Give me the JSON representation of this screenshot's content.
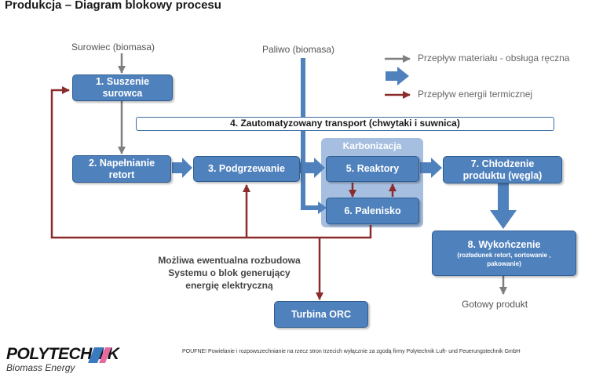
{
  "title": "Produkcja – Diagram blokowy procesu",
  "inputs": {
    "surowiec": "Surowiec (biomasa)",
    "paliwo": "Paliwo (biomasa)"
  },
  "legend": {
    "material": "Przepływ materiału - obsługa ręczna",
    "energy": "Przepływ energii termicznej"
  },
  "transport": "4. Zautomatyzowany transport (chwytaki i suwnica)",
  "karbonizacja": "Karbonizacja",
  "boxes": {
    "suszenie": [
      "1. Suszenie",
      "surowca"
    ],
    "napelnianie": [
      "2. Napełnianie",
      "retort"
    ],
    "podgrzewanie": "3. Podgrzewanie",
    "reaktory": "5. Reaktory",
    "palenisko": "6. Palenisko",
    "chlodzenie": [
      "7. Chłodzenie",
      "produktu (węgla)"
    ],
    "wykonczenie": {
      "title": "8. Wykończenie",
      "sub1": "(rozładunek retort, sortowanie ,",
      "sub2": "pakowanie)"
    },
    "turbina": "Turbina ORC"
  },
  "note": [
    "Możliwa ewentualna rozbudowa",
    "Systemu o blok generujący",
    "energię elektryczną"
  ],
  "output": "Gotowy produkt",
  "logo": {
    "main": "POLYTECHNIK",
    "sub": "Biomass Energy"
  },
  "footer": "POUFNE! Powielanie i rozpowszechnianie na rzecz stron trzecich wyłącznie za zgodą firmy Polytechnik Luft- und Feuerungstechnik GmbH",
  "colors": {
    "box_fill": "#4f81bd",
    "box_border": "#2f5d91",
    "material_arrow": "#7f7f7f",
    "energy_arrow": "#8b2c2c",
    "group_fill": "#a6bfe0"
  }
}
